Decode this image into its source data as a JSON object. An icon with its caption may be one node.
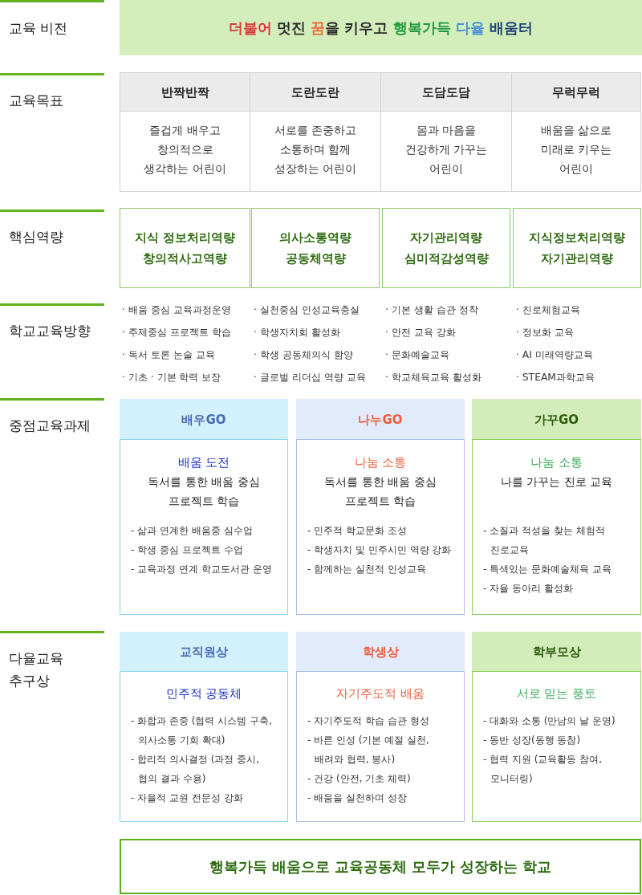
{
  "diagram": {
    "nodes": [
      {
        "text": [
          "더불어 멋진 꿈을 키우고 행복가득 다율 배움터"
        ]
      },
      {
        "text": [
          "반짝반짝"
        ]
      },
      {
        "text": [
          "도란도란"
        ]
      },
      {
        "text": [
          "도담도담"
        ]
      },
      {
        "text": [
          "무럭무럭"
        ]
      },
      {
        "text": [
          "즐겁게 배우고 창의적으로 생각하는 어린이"
        ]
      },
      {
        "text": [
          "서로를 존중하고 소통하며 함께 성장하는 어린이"
        ]
      },
      {
        "text": [
          "몸과 마음을 건강하게 가꾸는 어린이"
        ]
      },
      {
        "text": [
          "배움을 삶으로 미래로 키우는 어린이"
        ]
      },
      {
        "text": [
          "지식 정보처리역량",
          "창의적사고역량"
        ]
      },
      {
        "text": [
          "의사소통역량",
          "공동체역량"
        ]
      },
      {
        "text": [
          "자기관리역량",
          "심미적감성역량"
        ]
      },
      {
        "text": [
          "지식정보처리역량",
          "자기관리역량"
        ]
      },
      {
        "text": [
          "배우GO"
        ]
      },
      {
        "text": [
          "배움 도전",
          "독서를 통한 배움 중심 프로젝트 학습",
          "- 삶과 연계한 배움중 심수업",
          "- 학생 중심 프로젝트 수업",
          "- 교육과정 연계 학교도서관 운영"
        ]
      },
      {
        "text": [
          "나누GO"
        ]
      },
      {
        "text": [
          "나눔 소통",
          "독서를 통한 배움 중심 프로젝트 학습",
          "- 민주적 학교문화 조성",
          "- 학생자치 및 민주시민 역량 강화",
          "- 함께하는 실천적 인성교육"
        ]
      },
      {
        "text": [
          "가꾸GO"
        ]
      },
      {
        "text": [
          "나눔 소통",
          "나를 가꾸는 진로 교육",
          "- 소질과 적성을 찾는 체험적 진로교육",
          "- 특색있는 문화예술체육 교육",
          "- 자율 동아리 활성화"
        ]
      },
      {
        "text": [
          "교직원상"
        ]
      },
      {
        "text": [
          "민주적 공동체",
          "- 화합과 존중 (협력 시스템 구축, 의사소통 기회 확대)",
          "- 합리적 의사결정 (과정 중시, 협의 결과 수용)",
          "- 자율적 교원 전문성 강화"
        ]
      },
      {
        "text": [
          "학생상"
        ]
      },
      {
        "text": [
          "자기주도적 배움",
          "- 자기주도적 학습 습관 형성",
          "- 바른 인성 (기본 예절 실천, 배려와 협력, 봉사)",
          "- 건강 (안전, 기초 체력)",
          "- 배움을 실천하며 성장"
        ]
      },
      {
        "text": [
          "학부모상"
        ]
      },
      {
        "text": [
          "서로 믿는 풍토",
          "- 대화와 소통 (만남의 날 운영)",
          "- 동반 성장(동행 동참)",
          "- 협력 지원 (교육활동 참여, 모니터링)"
        ]
      },
      {
        "text": [
          "행복가득 배움으로 교육공동체 모두가 성장하는 학교"
        ]
      }
    ],
    "labels": [
      "교육 비전",
      "교육목표",
      "핵심역량",
      "학교교육방향",
      "· 배움 중심 교육과정운영",
      "· 주제중심 프로젝트 학습",
      "· 독서 토론 논술 교육",
      "· 기초 · 기본 학력 보장",
      "· 실천중심 인성교육충실",
      "· 학생자치회 활성화",
      "· 학생 공동체의식 함양",
      "· 글로벌 리더십 역량 교육",
      "· 기본 생활 습관 정착",
      "· 안전 교육 강화",
      "· 문화예술교육",
      "· 학교체육교육 활성화",
      "· 진로체험교육",
      "· 정보화 교육",
      "· AI 미래역량교육",
      "· STEAM과학교육",
      "중점교육과제",
      "다율교육 추구상"
    ]
  }
}
